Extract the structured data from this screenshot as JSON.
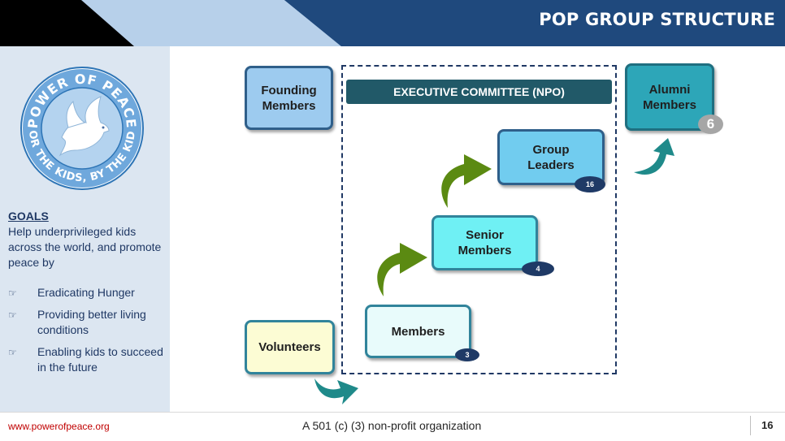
{
  "header": {
    "title": "POP GROUP STRUCTURE",
    "colors": {
      "black": "#000000",
      "light_blue": "#b7d0ea",
      "navy": "#1f497d"
    }
  },
  "sidebar": {
    "logo": {
      "top_text": "POWER OF PEACE",
      "bottom_text": "FOR THE KIDS, BY THE KIDS",
      "icon": "dove-icon"
    },
    "goals_title": "GOALS",
    "goals_text": "Help underprivileged kids across the world, and promote  peace by",
    "bullets": [
      {
        "icon": "pointing-hand-icon",
        "text": "Eradicating Hunger"
      },
      {
        "icon": "pointing-hand-icon",
        "text": "Providing better living conditions"
      },
      {
        "icon": "pointing-hand-icon",
        "text": "Enabling kids to succeed in the future"
      }
    ]
  },
  "diagram": {
    "exec_committee": "EXECUTIVE COMMITTEE (NPO)",
    "founding": "Founding\nMembers",
    "volunteers": "Volunteers",
    "members": {
      "label": "Members",
      "count": "3"
    },
    "senior": {
      "label": "Senior\nMembers",
      "count": "4"
    },
    "group": {
      "label": "Group\nLeaders",
      "count": "16"
    },
    "alumni": {
      "label": "Alumni\nMembers",
      "count": "6"
    },
    "colors": {
      "green_arrow": "#5b8a12",
      "teal_arrow": "#1f8a8a"
    }
  },
  "footer": {
    "url": "www.powerofpeace.org",
    "center": "A 501 (c) (3) non-profit organization",
    "page": "16"
  }
}
